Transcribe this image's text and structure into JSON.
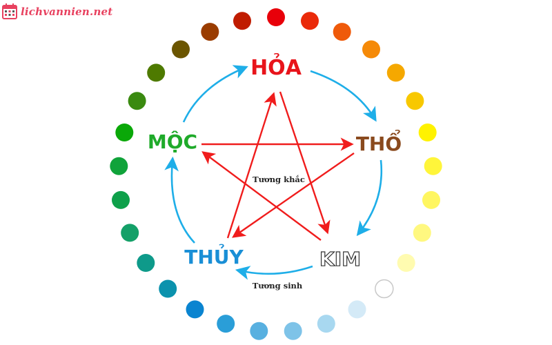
{
  "logo": {
    "text": "lichvannien.net",
    "color": "#e8415f"
  },
  "diagram": {
    "title": "Ngũ hành",
    "elements": [
      {
        "id": "hoa",
        "label": "HỎA",
        "color": "#e8141b",
        "style": "filled"
      },
      {
        "id": "tho",
        "label": "THỔ",
        "color": "#8a4a1e",
        "style": "filled"
      },
      {
        "id": "kim",
        "label": "KIM",
        "color": "#ffffff",
        "outline": "#333333",
        "style": "outline"
      },
      {
        "id": "thuy",
        "label": "THỦY",
        "color": "#1a8fd6",
        "style": "filled"
      },
      {
        "id": "moc",
        "label": "MỘC",
        "color": "#1faa2a",
        "style": "filled"
      }
    ],
    "generating_cycle": {
      "label": "Tương sinh",
      "color": "#1eaee8",
      "arrows": [
        {
          "from": "moc",
          "to": "hoa"
        },
        {
          "from": "hoa",
          "to": "tho"
        },
        {
          "from": "tho",
          "to": "kim"
        },
        {
          "from": "kim",
          "to": "thuy"
        },
        {
          "from": "thuy",
          "to": "moc"
        }
      ]
    },
    "overcoming_cycle": {
      "label": "Tương khắc",
      "color": "#f01c1c",
      "arrows": [
        {
          "from": "moc",
          "to": "tho"
        },
        {
          "from": "tho",
          "to": "thuy"
        },
        {
          "from": "thuy",
          "to": "hoa"
        },
        {
          "from": "hoa",
          "to": "kim"
        },
        {
          "from": "kim",
          "to": "moc"
        }
      ]
    },
    "color_wheel": [
      "#e8000a",
      "#ea2a0a",
      "#ef5a0a",
      "#f58a08",
      "#f5a800",
      "#f8c800",
      "#fff200",
      "#fff53a",
      "#fff660",
      "#fff880",
      "#fffbb0",
      "#ffffff",
      "#d4eaf7",
      "#a8d8f0",
      "#7ec3e8",
      "#58b0e0",
      "#2a9ed8",
      "#0a84d0",
      "#0b92ad",
      "#0e9a8a",
      "#14a068",
      "#0ea04a",
      "#10a33a",
      "#0aa808",
      "#3a8a10",
      "#4e7a00",
      "#6b5500",
      "#9a3c00",
      "#c01c00"
    ]
  }
}
